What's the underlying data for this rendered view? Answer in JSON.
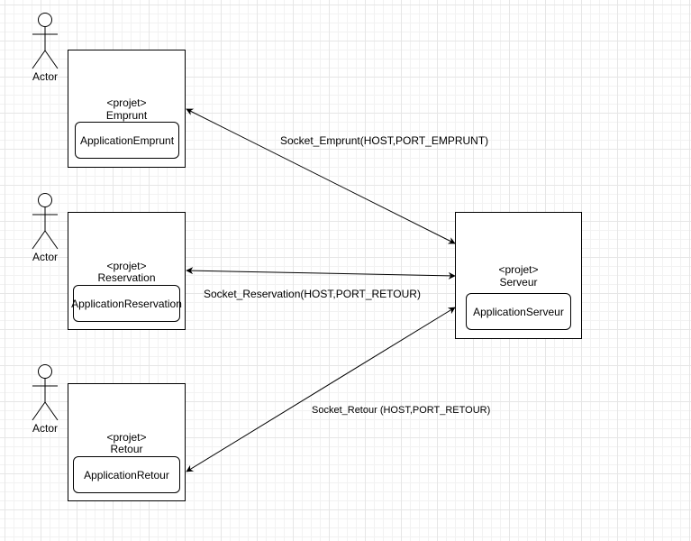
{
  "actors": [
    {
      "label": "Actor"
    },
    {
      "label": "Actor"
    },
    {
      "label": "Actor"
    }
  ],
  "modules": {
    "emprunt": {
      "stereotype": "<projet>",
      "name": "Emprunt",
      "app": "ApplicationEmprunt"
    },
    "reservation": {
      "stereotype": "<projet>",
      "name": "Reservation",
      "app": "ApplicationReservation"
    },
    "retour": {
      "stereotype": "<projet>",
      "name": "Retour",
      "app": "ApplicationRetour"
    },
    "serveur": {
      "stereotype": "<projet>",
      "name": "Serveur",
      "app": "ApplicationServeur"
    }
  },
  "connections": {
    "emprunt": "Socket_Emprunt(HOST,PORT_EMPRUNT)",
    "reservation": "Socket_Reservation(HOST,PORT_RETOUR)",
    "retour": "Socket_Retour (HOST,PORT_RETOUR)"
  },
  "colors": {
    "stroke": "#000000",
    "grid": "#e6e6e6",
    "background": "#ffffff"
  }
}
